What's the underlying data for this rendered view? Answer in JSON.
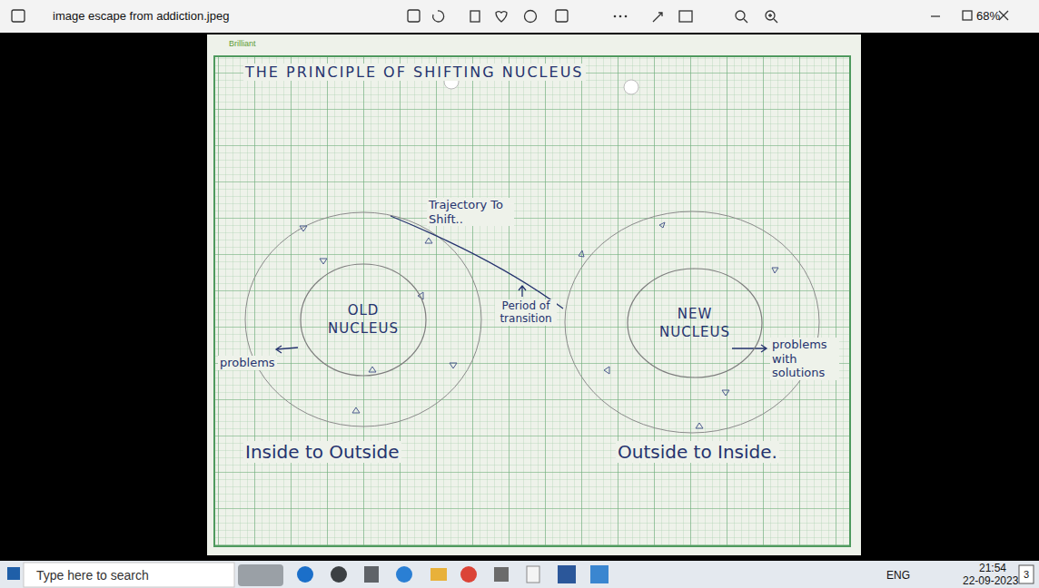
{
  "diagram": {
    "title": "THE PRINCIPLE OF SHIFTING NUCLEUS",
    "nodes": [
      {
        "text": [
          "OLD NUCLEUS"
        ]
      },
      {
        "text": [
          "NEW NUCLEUS"
        ]
      }
    ],
    "labels": [
      "image escape from addiction.jpeg",
      "68%",
      "Brilliant",
      "Trajectory To Shift..",
      "Period of transition",
      "problems",
      "problems with solutions",
      "Inside to Outside",
      "Outside to Inside.",
      "Type here to search",
      "ENG",
      "21:54",
      "22-09-2023",
      "3"
    ]
  }
}
